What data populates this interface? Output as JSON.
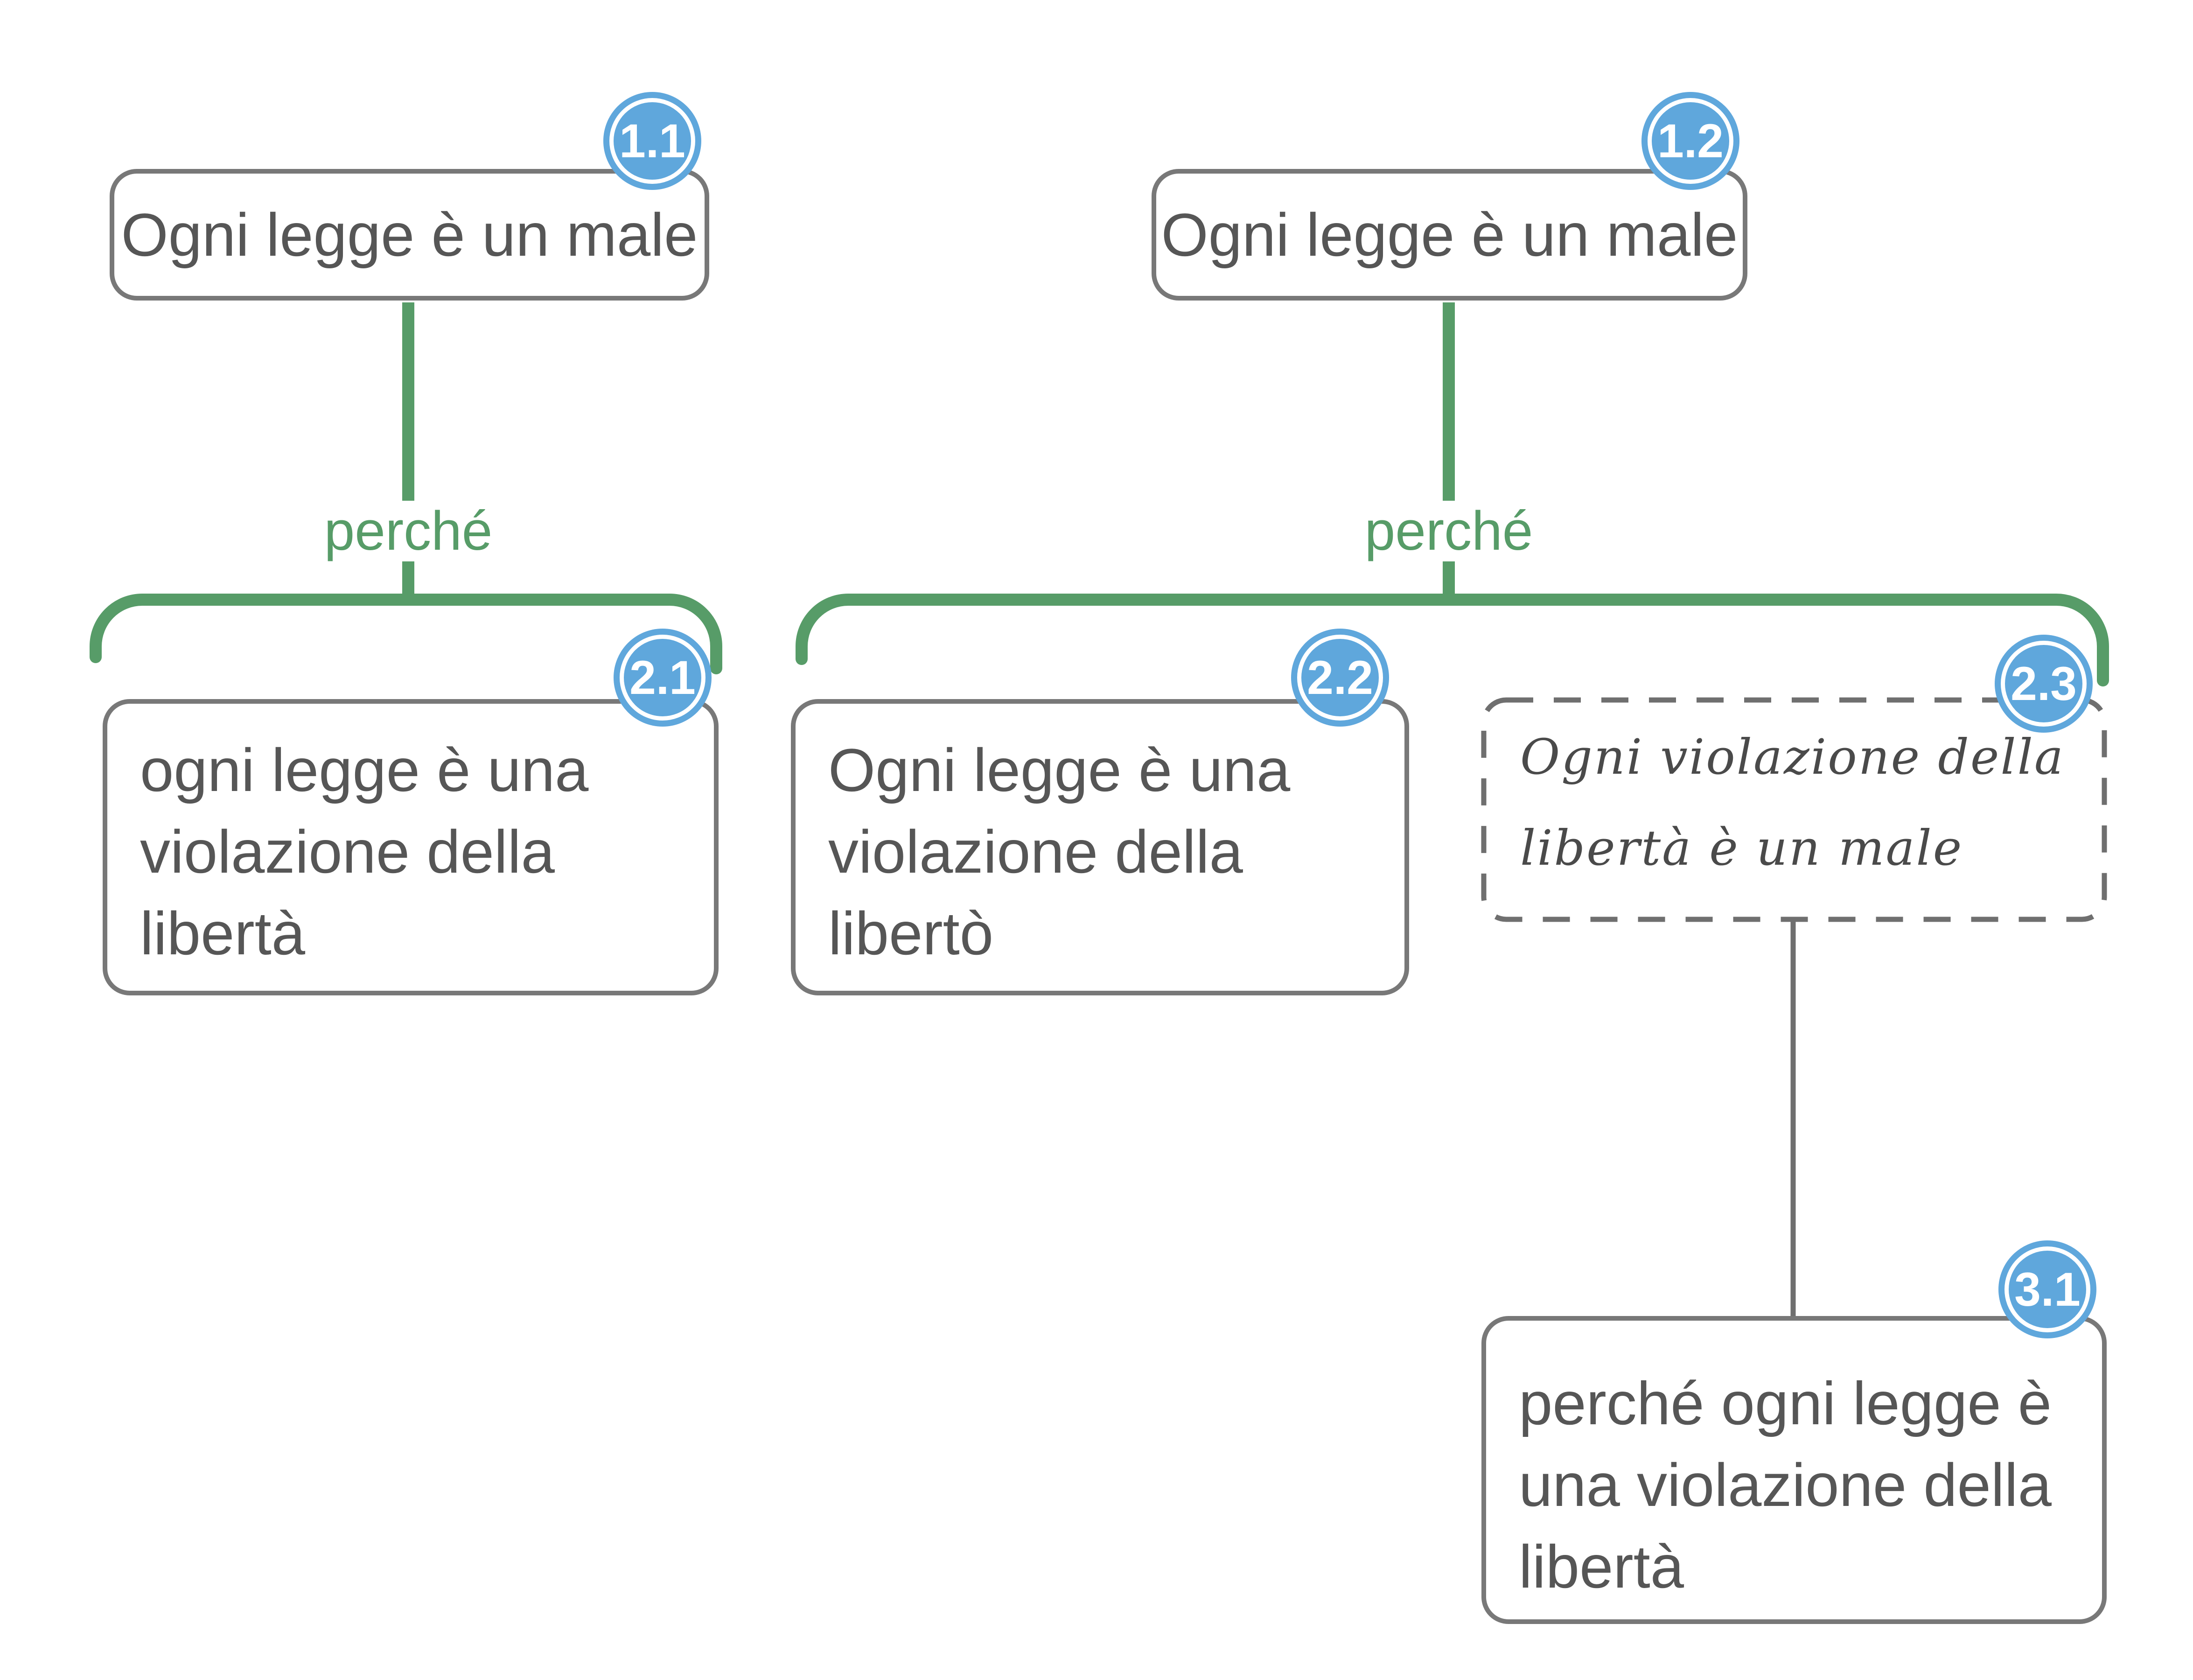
{
  "nodes": {
    "n11": {
      "badge": "1.1",
      "lines": [
        "Ogni legge è un male"
      ]
    },
    "n12": {
      "badge": "1.2",
      "lines": [
        "Ogni legge è un male"
      ]
    },
    "n21": {
      "badge": "2.1",
      "lines": [
        "ogni legge è una",
        "violazione della",
        "libertà"
      ]
    },
    "n22": {
      "badge": "2.2",
      "lines": [
        "Ogni legge è una",
        "violazione della",
        "libertò"
      ]
    },
    "n23": {
      "badge": "2.3",
      "lines": [
        "Ogni violazione della",
        "libertà è un male"
      ]
    },
    "n31": {
      "badge": "3.1",
      "lines": [
        "perché ogni legge è",
        "una violazione della",
        "libertà"
      ]
    }
  },
  "edges": {
    "left_label": "perché",
    "right_label": "perché"
  },
  "colors": {
    "support_green": "#579c68",
    "badge_blue": "#5fa7dc",
    "box_border_gray": "#787878",
    "box_text_gray": "#565656",
    "handwriting_gray": "#4a4a4a",
    "connector_gray": "#6f6f6f"
  }
}
